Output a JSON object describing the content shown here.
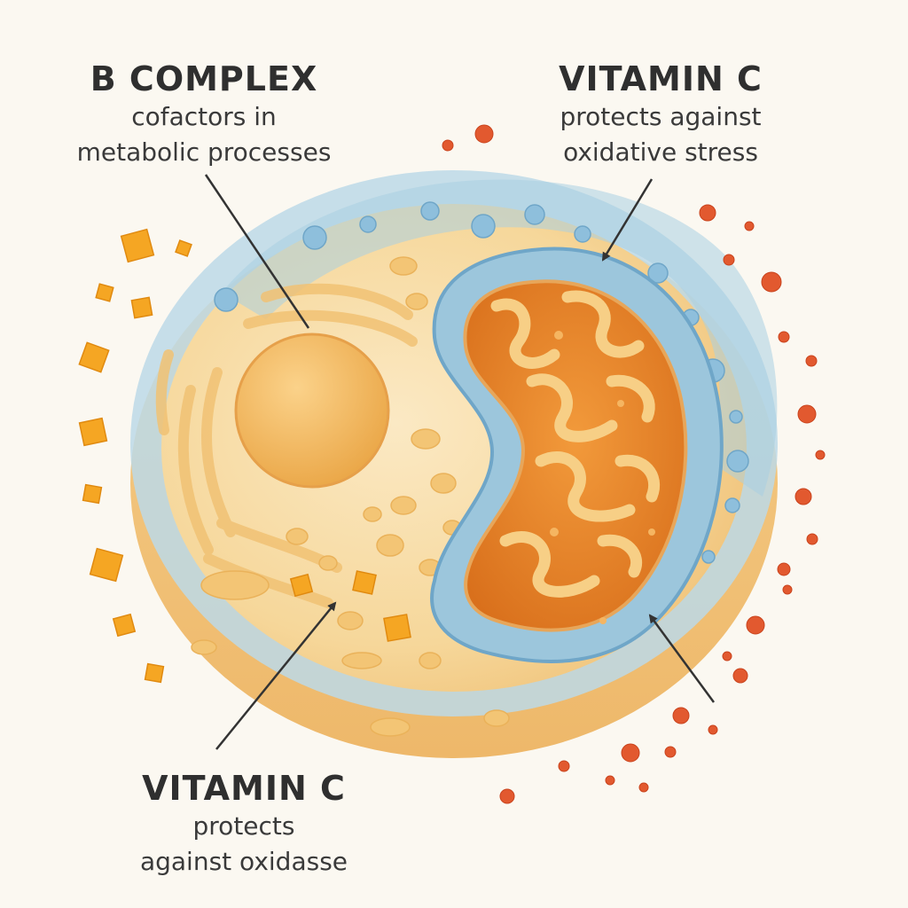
{
  "labels": {
    "b_complex": {
      "title": "B COMPLEX",
      "line1": "cofactors in",
      "line2": "metabolic processes"
    },
    "vitamin_c_top": {
      "title": "VITAMIN C",
      "line1": "protects against",
      "line2": "oxidative stress"
    },
    "vitamin_c_bottom": {
      "title": "VITAMIN C",
      "line1": "protects",
      "line2": "against oxidasse"
    }
  },
  "colors": {
    "background": "#fbf8f1",
    "cytoplasm": "#f6d79a",
    "membrane_blue": "#a9cfe2",
    "mitochondrion_orange": "#e8892c",
    "cube_orange": "#f5a623",
    "dot_red": "#e2592f",
    "text": "#333333"
  }
}
